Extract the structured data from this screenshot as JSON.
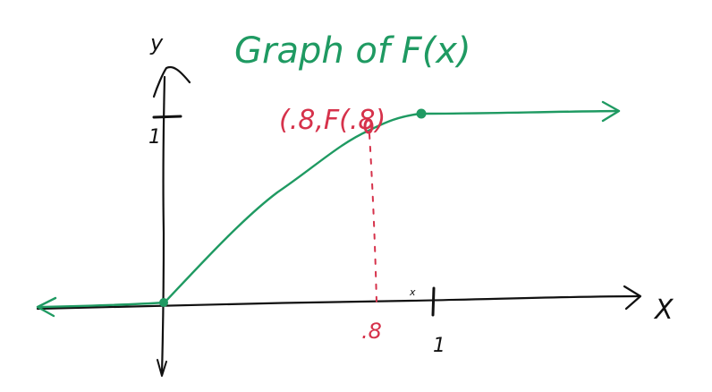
{
  "title": "Graph of F(x)",
  "axes": {
    "x_label": "X",
    "y_label": "y",
    "x_tick_label": "1",
    "y_tick_label": "1",
    "x_extra_mark": "x"
  },
  "annotation": {
    "point_label": "(.8,F(.8)",
    "x_value_label": ".8"
  },
  "colors": {
    "axes": "#111111",
    "curve": "#1f9a62",
    "annotation": "#d6324b"
  }
}
